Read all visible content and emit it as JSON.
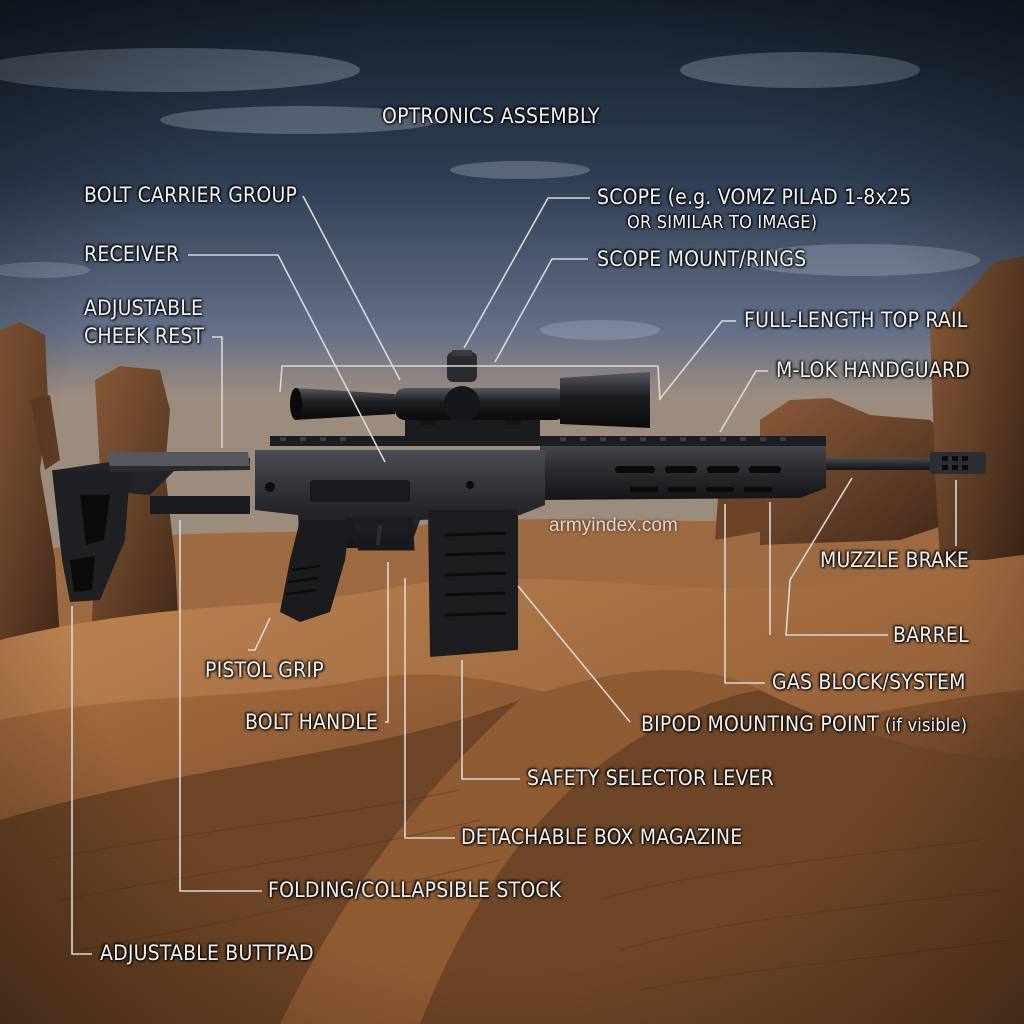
{
  "title": "OPTRONICS ASSEMBLY",
  "watermark": "armyindex.com",
  "labels": {
    "bolt_carrier_group": "BOLT CARRIER GROUP",
    "receiver": "RECEIVER",
    "cheek_rest_line1": "ADJUSTABLE",
    "cheek_rest_line2": "CHEEK REST",
    "scope_line1": "SCOPE (e.g. VOMZ PILAD 1-8x25",
    "scope_line2": "OR SIMILAR TO IMAGE)",
    "scope_mount": "SCOPE MOUNT/RINGS",
    "top_rail": "FULL-LENGTH TOP RAIL",
    "handguard": "M-LOK HANDGUARD",
    "muzzle_brake": "MUZZLE BRAKE",
    "barrel": "BARREL",
    "gas_block": "GAS BLOCK/SYSTEM",
    "bipod_main": "BIPOD MOUNTING POINT",
    "bipod_note": "(if visible)",
    "safety": "SAFETY SELECTOR LEVER",
    "magazine": "DETACHABLE BOX MAGAZINE",
    "stock": "FOLDING/COLLAPSIBLE STOCK",
    "buttpad": "ADJUSTABLE BUTTPAD",
    "pistol_grip": "PISTOL GRIP",
    "bolt_handle": "BOLT HANDLE"
  }
}
